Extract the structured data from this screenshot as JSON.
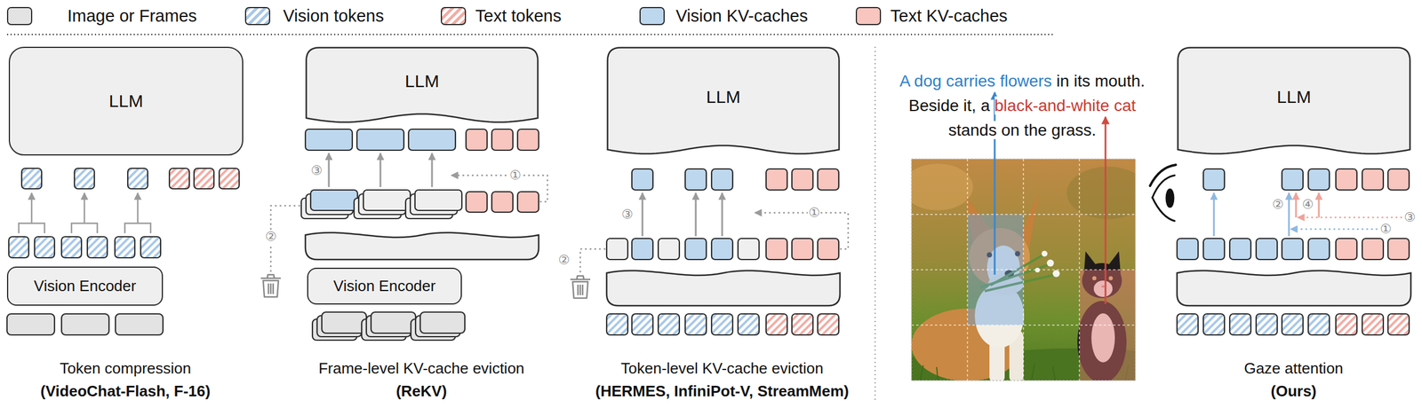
{
  "diagram": {
    "nodes": [
      {
        "text": [
          "LLM"
        ]
      },
      {
        "text": [
          "Vision Encoder"
        ]
      },
      {
        "text": [
          "LLM"
        ]
      },
      {
        "text": [
          "Vision Encoder"
        ]
      },
      {
        "text": [
          "LLM"
        ]
      },
      {
        "text": [
          "LLM"
        ]
      }
    ],
    "labels": [
      "③",
      "②",
      "①",
      "③",
      "②",
      "①",
      "A dog carries flowers",
      "in its mouth. Beside it, a",
      "black-and-white cat",
      "stands on the grass.",
      "②",
      "④",
      "①",
      "③",
      "Token compression",
      "(VideoChat-Flash, F-16)",
      "Frame-level KV-cache eviction",
      "(ReKV)",
      "Token-level KV-cache eviction",
      "(HERMES, InfiniPot-V, StreamMem)",
      "Gaze attention",
      "(Ours)"
    ],
    "legend": [
      {
        "text": "Image or Frames",
        "color": "#e3e3e3"
      },
      {
        "text": "Vision tokens",
        "color": "#a8c8e8"
      },
      {
        "text": "Text tokens",
        "color": "#f3aba3"
      },
      {
        "text": "Vision KV-caches",
        "color": "#bdd7ee"
      },
      {
        "text": "Text KV-caches",
        "color": "#f8c5bf"
      }
    ]
  }
}
